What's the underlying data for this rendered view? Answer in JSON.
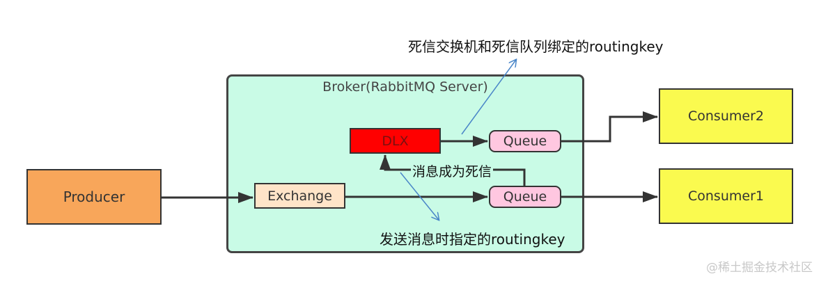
{
  "broker": {
    "title": "Broker(RabbitMQ Server)"
  },
  "nodes": {
    "producer": "Producer",
    "exchange": "Exchange",
    "dlx": "DLX",
    "queue_top": "Queue",
    "queue_bottom": "Queue",
    "consumer2": "Consumer2",
    "consumer1": "Consumer1"
  },
  "labels": {
    "dlx_routing_key": "死信交换机和死信队列绑定的routingkey",
    "send_routing_key": "发送消息时指定的routingkey",
    "dead_letter": "消息成为死信"
  },
  "watermark": "@稀土掘金技术社区",
  "colors": {
    "producer": "#f8a65a",
    "exchange": "#ffe4c8",
    "dlx": "#ff0000",
    "queue": "#ffc7e0",
    "consumer": "#fafa4f",
    "broker": "#c9fbe6",
    "annotation_arrow": "#4a86c8"
  }
}
